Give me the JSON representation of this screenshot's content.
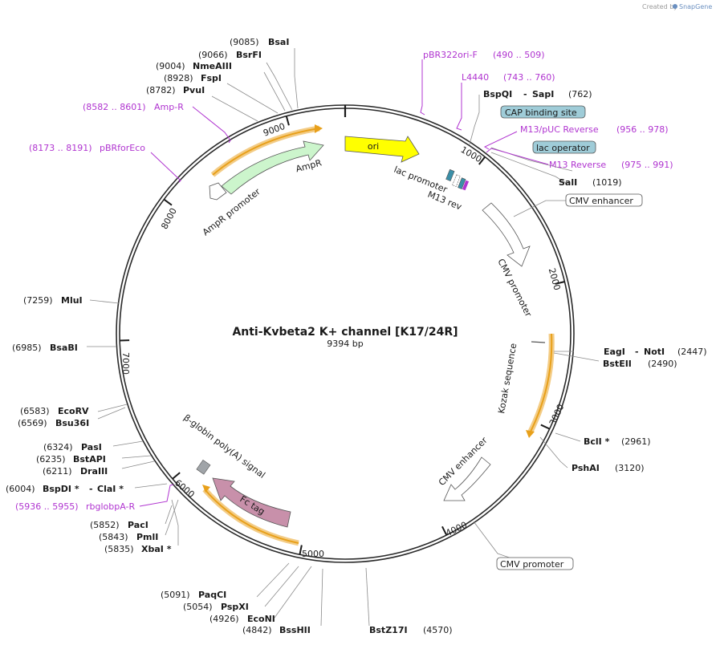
{
  "credit": {
    "text": "Created by",
    "brand": "SnapGene"
  },
  "plasmid": {
    "name": "Anti-Kvbeta2 K+ channel [K17/24R]",
    "size": "9394 bp",
    "length": 9394
  },
  "ticks": [
    "1000",
    "2000",
    "3000",
    "4000",
    "5000",
    "6000",
    "7000",
    "8000",
    "9000"
  ],
  "enzymes": {
    "bsaI": {
      "pos": "(9085)",
      "name": "BsaI"
    },
    "bsrFI": {
      "pos": "(9066)",
      "name": "BsrFI"
    },
    "nmeAIII": {
      "pos": "(9004)",
      "name": "NmeAIII"
    },
    "fspI": {
      "pos": "(8928)",
      "name": "FspI"
    },
    "pvuI": {
      "pos": "(8782)",
      "name": "PvuI"
    },
    "bspQI": {
      "name": "BspQI",
      "sep": "-",
      "name2": "SapI",
      "pos": "(762)"
    },
    "salI": {
      "name": "SalI",
      "pos": "(1019)"
    },
    "eagI": {
      "name": "EagI",
      "sep": "-",
      "name2": "NotI",
      "pos": "(2447)"
    },
    "bstEII": {
      "name": "BstEII",
      "pos": "(2490)"
    },
    "bclI": {
      "name": "BclI *",
      "pos": "(2961)"
    },
    "pshAI": {
      "name": "PshAI",
      "pos": "(3120)"
    },
    "bstZ17I": {
      "name": "BstZ17I",
      "pos": "(4570)"
    },
    "bssHII": {
      "pos": "(4842)",
      "name": "BssHII"
    },
    "ecoNI": {
      "pos": "(4926)",
      "name": "EcoNI"
    },
    "pspXI": {
      "pos": "(5054)",
      "name": "PspXI"
    },
    "paqCI": {
      "pos": "(5091)",
      "name": "PaqCI"
    },
    "xbaI": {
      "pos": "(5835)",
      "name": "XbaI *"
    },
    "pmlI": {
      "pos": "(5843)",
      "name": "PmlI"
    },
    "pacI": {
      "pos": "(5852)",
      "name": "PacI"
    },
    "bspDI": {
      "pos": "(6004)",
      "name": "BspDI *",
      "sep": "-",
      "name2": "ClaI *"
    },
    "draIII": {
      "pos": "(6211)",
      "name": "DraIII"
    },
    "bstAPI": {
      "pos": "(6235)",
      "name": "BstAPI"
    },
    "pasI": {
      "pos": "(6324)",
      "name": "PasI"
    },
    "bsu36I": {
      "pos": "(6569)",
      "name": "Bsu36I"
    },
    "ecoRV": {
      "pos": "(6583)",
      "name": "EcoRV"
    },
    "bsaBI": {
      "pos": "(6985)",
      "name": "BsaBI"
    },
    "mluI": {
      "pos": "(7259)",
      "name": "MluI"
    }
  },
  "primers": {
    "pBR322oriF": {
      "name": "pBR322ori-F",
      "range": "(490 .. 509)"
    },
    "l4440": {
      "name": "L4440",
      "range": "(743 .. 760)"
    },
    "m13puc": {
      "name": "M13/pUC Reverse",
      "range": "(956 .. 978)"
    },
    "m13rev": {
      "name": "M13 Reverse",
      "range": "(975 .. 991)"
    },
    "ampR": {
      "range": "(8582 .. 8601)",
      "name": "Amp-R"
    },
    "pbrforEco": {
      "range": "(8173 .. 8191)",
      "name": "pBRforEco"
    },
    "rbglobpaR": {
      "range": "(5936 .. 5955)",
      "name": "rbglobpA-R"
    }
  },
  "boxes": {
    "cap": "CAP binding site",
    "lacOp": "lac operator",
    "cmvEnh": "CMV enhancer",
    "cmvProm": "CMV promoter"
  },
  "features": {
    "ori": "ori",
    "ampR": "AmpR",
    "ampRPromoter": "AmpR promoter",
    "lacPromoter": "lac promoter",
    "m13rev": "M13 rev",
    "cmvPromoter": "CMV promoter",
    "kozak": "Kozak sequence",
    "cmvEnhancer": "CMV enhancer",
    "fcTag": "Fc tag",
    "betaGlobin": "β-globin poly(A) signal"
  },
  "colors": {
    "ori": "#ffff00",
    "ampR": "#ccf5cc",
    "fcTag": "#c890aa",
    "polyA": "#a0a4a8",
    "boxFill": "#9fccd8",
    "orf": "#e8a01a",
    "primer": "#b034d0",
    "lacOp": "#3a8fa8",
    "cap": "#7ab0c0"
  }
}
